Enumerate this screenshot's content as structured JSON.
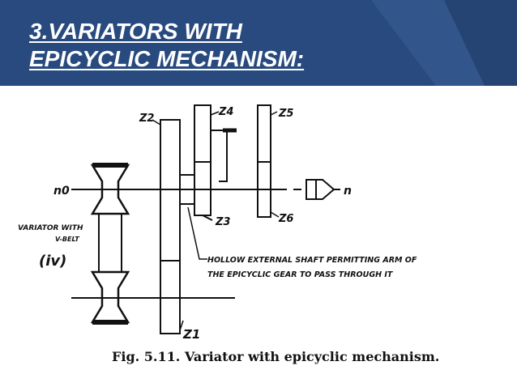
{
  "slide": {
    "title_line1": "3.VARIATORS WITH",
    "title_line2": "EPICYCLIC MECHANISM:"
  },
  "diagram": {
    "labels": {
      "z1": "Z1",
      "z2": "Z2",
      "z3": "Z3",
      "z4": "Z4",
      "z5": "Z5",
      "z6": "Z6",
      "n0": "n0",
      "n": "n",
      "variator": "VARIATOR WITH",
      "vbelt": "V-BELT",
      "iv": "(iv)",
      "hollow_note_line1": "HOLLOW EXTERNAL SHAFT PERMITTING ARM OF",
      "hollow_note_line2": "THE EPICYCLIC GEAR TO PASS THROUGH IT"
    },
    "caption": "Fig. 5.11. Variator with epicyclic mechanism."
  },
  "colors": {
    "header": "#284a7e",
    "header_accent": "#3a5f95",
    "ink": "#111111"
  }
}
